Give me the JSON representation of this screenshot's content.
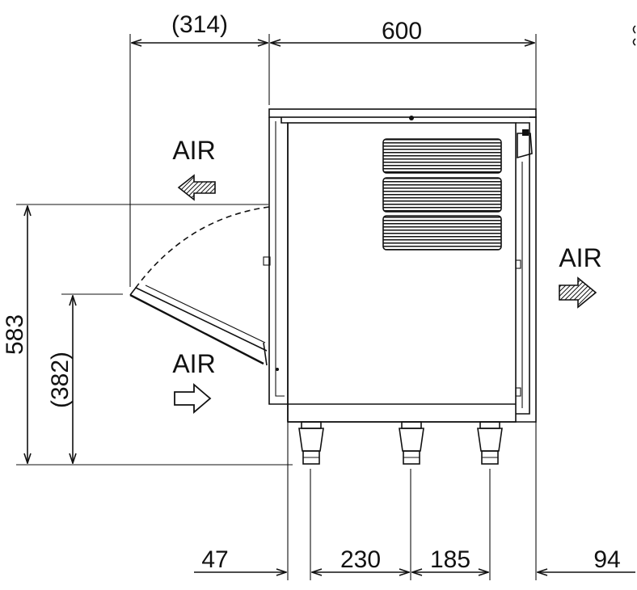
{
  "dimensions": {
    "door_open_depth": "(314)",
    "overall_width": "600",
    "total_height": "583",
    "door_hinge_height": "(382)",
    "left_offset": "47",
    "foot_spacing_1": "230",
    "foot_spacing_2": "185",
    "right_offset": "94"
  },
  "airflow": {
    "exhaust_top_label": "AIR",
    "intake_label": "AIR",
    "exhaust_right_label": "AIR"
  },
  "colors": {
    "line": "#111111",
    "background": "#ffffff"
  }
}
